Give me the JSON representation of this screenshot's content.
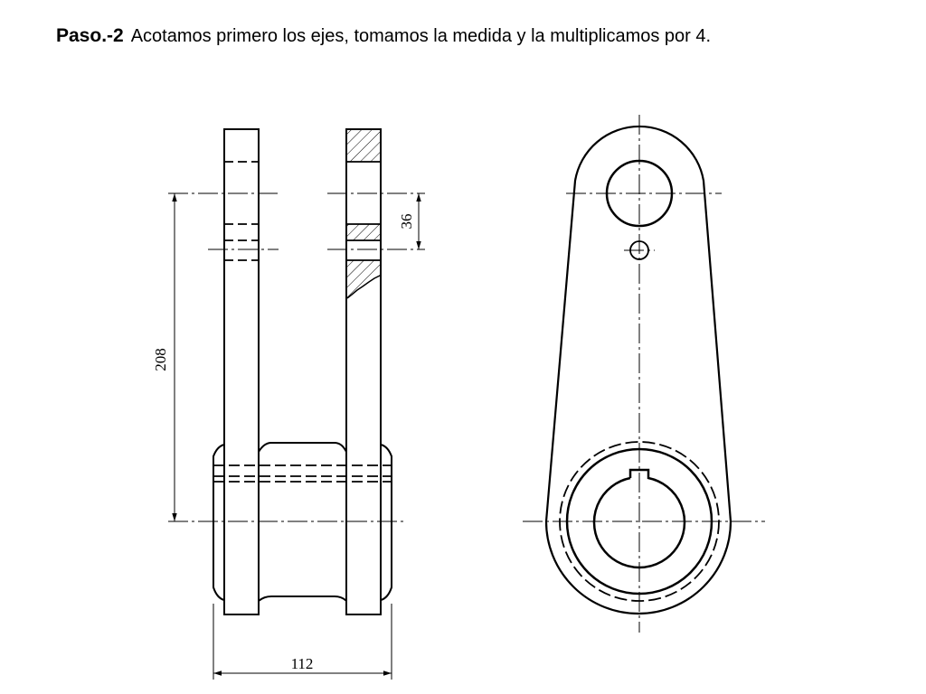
{
  "title": {
    "step": "Paso.-2",
    "text": "Acotamos primero los ejes, tomamos la medida y la multiplicamos por 4."
  },
  "dimensions": {
    "height_between_axes": "208",
    "pin_spacing": "36",
    "overall_width": "112"
  }
}
